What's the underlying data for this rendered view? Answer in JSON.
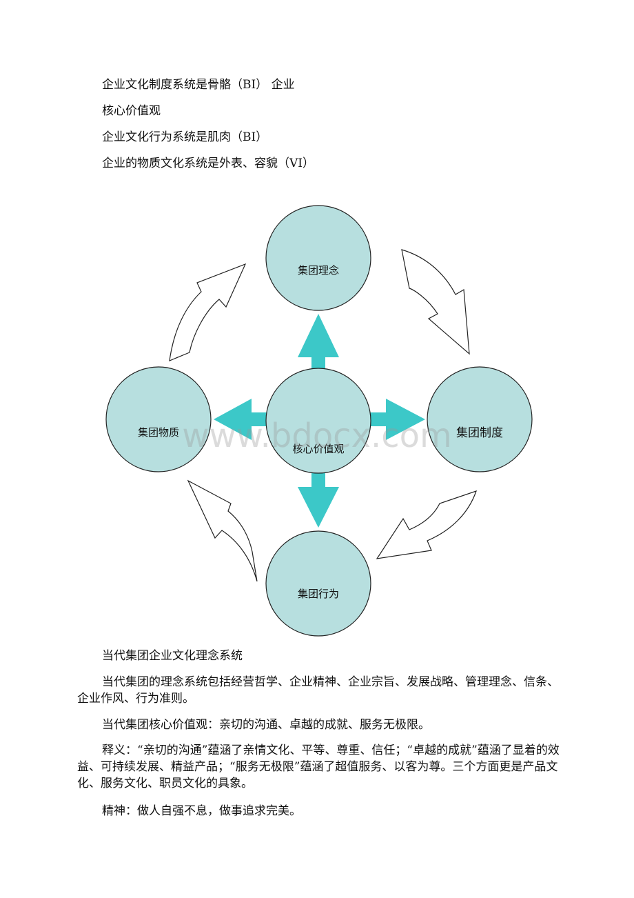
{
  "intro_lines": [
    "企业文化制度系统是骨骼（BI） 企业",
    "核心价值观",
    "企业文化行为系统是肌肉（BI）",
    "企业的物质文化系统是外表、容貌（VI）"
  ],
  "diagram": {
    "top": "集团理念",
    "right": "集团制度",
    "bottom": "集团行为",
    "left": "集团物质",
    "center": "核心价值观",
    "watermark": "www.bdocx.com",
    "circle_color": "#b7dfdf",
    "arrow_color": "#3cc8c8"
  },
  "section_heading": "当代集团企业文化理念系统",
  "paragraphs": [
    "当代集团的理念系统包括经营哲学、企业精神、企业宗旨、发展战略、管理理念、信条、企业作风、行为准则。",
    "当代集团核心价值观：亲切的沟通、卓越的成就、服务无极限。",
    "释义：“亲切的沟通”蕴涵了亲情文化、平等、尊重、信任；“卓越的成就”蕴涵了显着的效益、可持续发展、精益产品；“服务无极限”蕴涵了超值服务、以客为尊。三个方面更是产品文化、服务文化、职员文化的具象。",
    "精神：做人自强不息，做事追求完美。"
  ]
}
